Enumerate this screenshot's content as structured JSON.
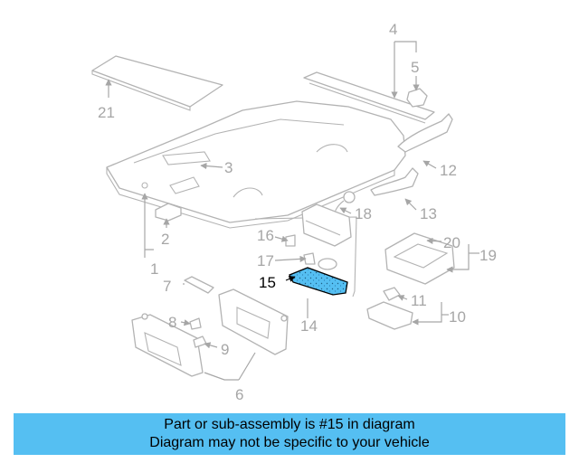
{
  "diagram": {
    "callouts": {
      "c1": "1",
      "c2": "2",
      "c3": "3",
      "c4": "4",
      "c5": "5",
      "c6": "6",
      "c7": "7",
      "c8": "8",
      "c9": "9",
      "c10": "10",
      "c11": "11",
      "c12": "12",
      "c13": "13",
      "c14": "14",
      "c15": "15",
      "c16": "16",
      "c17": "17",
      "c18": "18",
      "c19": "19",
      "c20": "20",
      "c21": "21"
    },
    "highlighted_part": "15",
    "highlight_color": "#55bff2",
    "line_color": "#b3b3b3"
  },
  "banner": {
    "line1": "Part or sub-assembly is #15 in diagram",
    "line2": "Diagram may not be specific to your vehicle",
    "background": "#55bff2"
  }
}
